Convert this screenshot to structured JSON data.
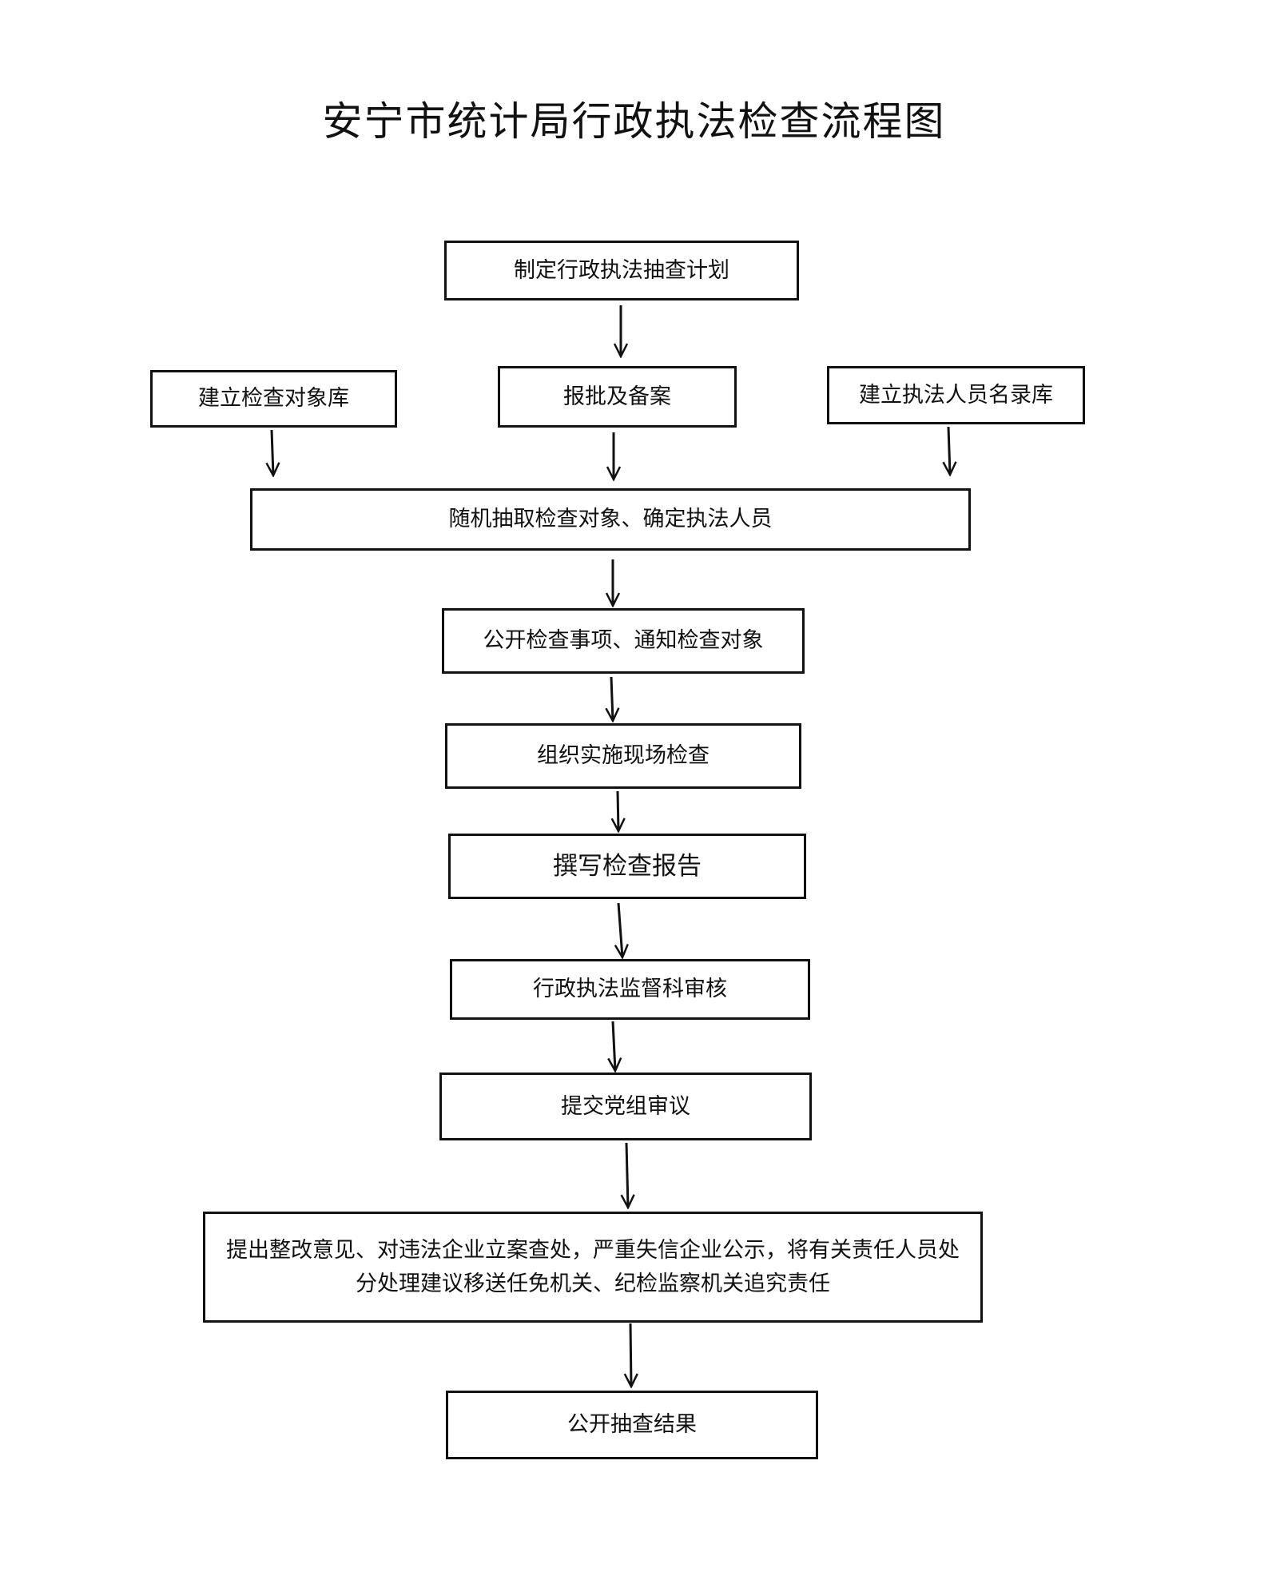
{
  "title": "安宁市统计局行政执法检查流程图",
  "nodes": {
    "plan": "制定行政执法抽查计划",
    "approve": "报批及备案",
    "target_db": "建立检查对象库",
    "staff_db": "建立执法人员名录库",
    "random_select": "随机抽取检查对象、确定执法人员",
    "notify": "公开检查事项、通知检查对象",
    "onsite": "组织实施现场检查",
    "report": "撰写检查报告",
    "review": "行政执法监督科审核",
    "party_review": "提交党组审议",
    "handling_line1": "提出整改意见、对违法企业立案查处，严重失信企业公示，将有关责任人员处",
    "handling_line2": "分处理建议移送任免机关、纪检监察机关追究责任",
    "publish": "公开抽查结果"
  }
}
